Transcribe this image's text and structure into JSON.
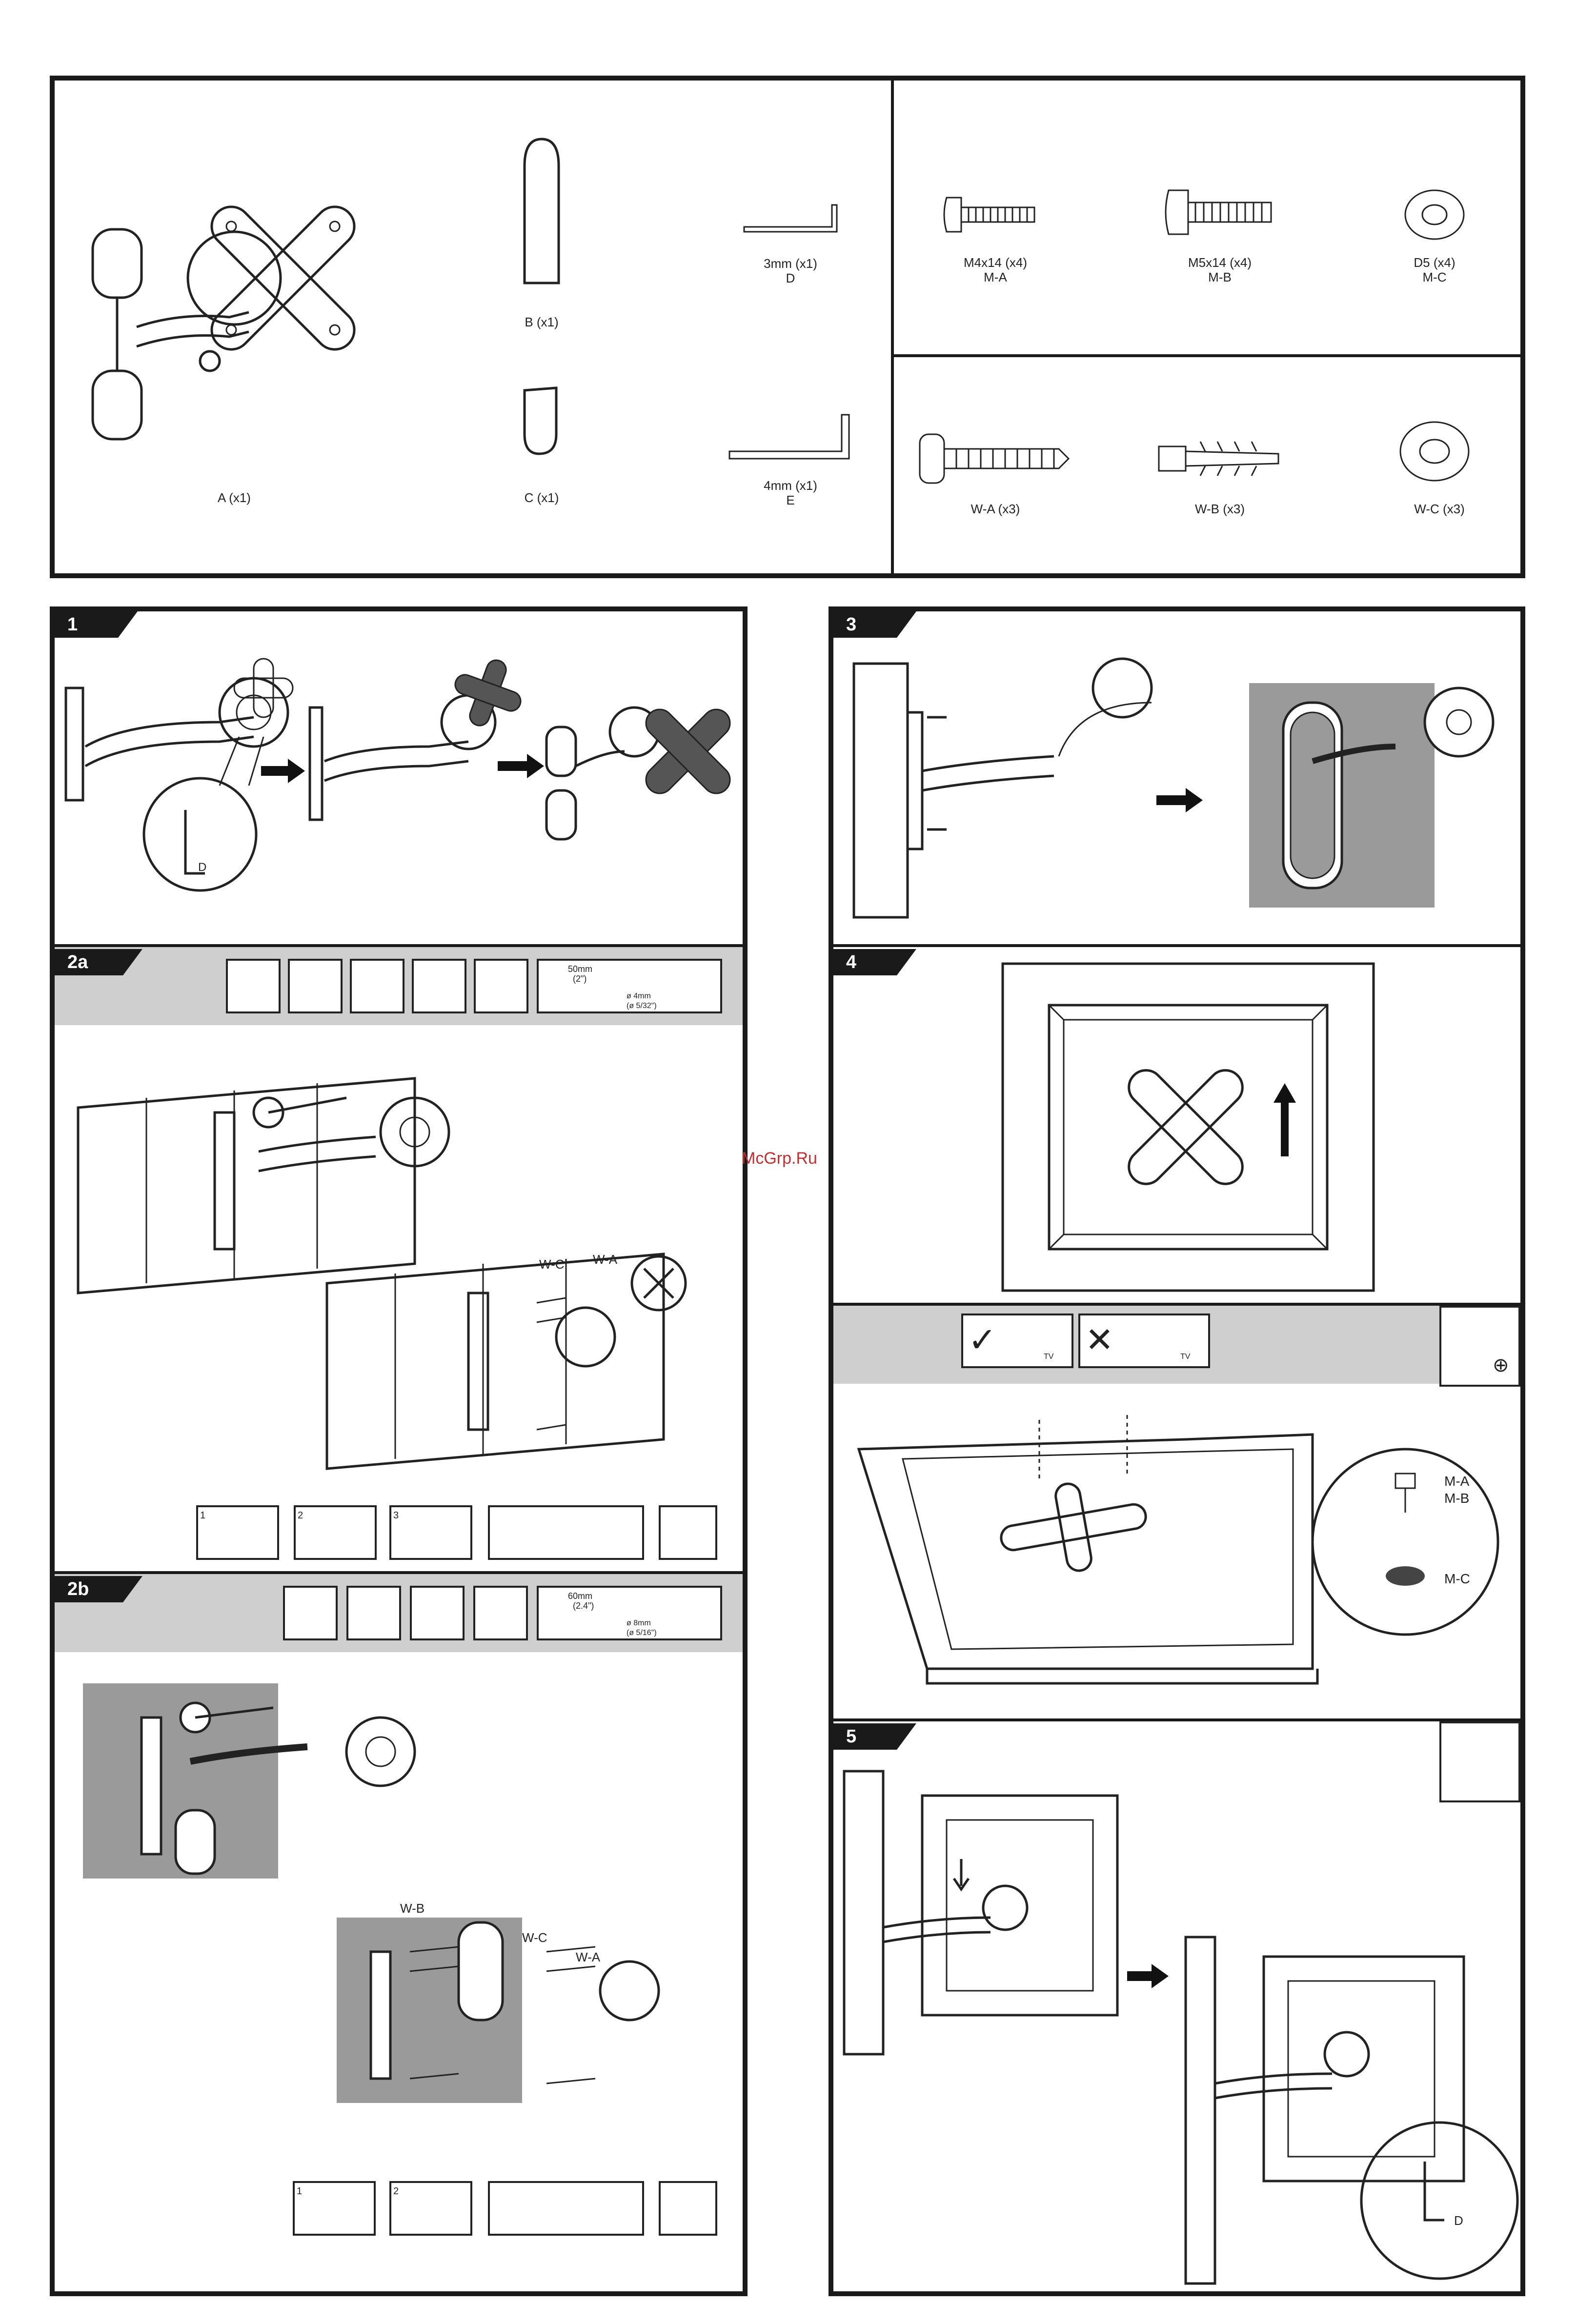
{
  "parts": {
    "hardware_a": "A (x1)",
    "b": "B (x1)",
    "c": "C (x1)",
    "d_line1": "3mm (x1)",
    "d_line2": "D",
    "e_line1": "4mm (x1)",
    "e_line2": "E",
    "ma_line1": "M4x14 (x4)",
    "ma_line2": "M-A",
    "mb_line1": "M5x14 (x4)",
    "mb_line2": "M-B",
    "mc_line1": "D5 (x4)",
    "mc_line2": "M-C",
    "wa": "W-A (x3)",
    "wb": "W-B (x3)",
    "wc": "W-C (x3)"
  },
  "steps": {
    "s1": "1",
    "s2a": "2a",
    "s2b": "2b",
    "s3": "3",
    "s4": "4",
    "s5": "5"
  },
  "callouts": {
    "d": "D",
    "wc": "W-C",
    "wa": "W-A",
    "wb": "W-B",
    "ma": "M-A",
    "mb": "M-B",
    "mc": "M-C",
    "d5": "D"
  },
  "drill_2a": {
    "depth_mm": "50mm",
    "depth_in": "(2\")",
    "dia_mm": "ø 4mm",
    "dia_in": "(ø 5/32\")"
  },
  "drill_2b": {
    "depth_mm": "60mm",
    "depth_in": "(2.4\")",
    "dia_mm": "ø 8mm",
    "dia_in": "(ø 5/16\")"
  },
  "substeps": {
    "one": "1",
    "two": "2",
    "three": "3"
  },
  "tv_mark": "TV",
  "watermark": "McGrp.Ru"
}
